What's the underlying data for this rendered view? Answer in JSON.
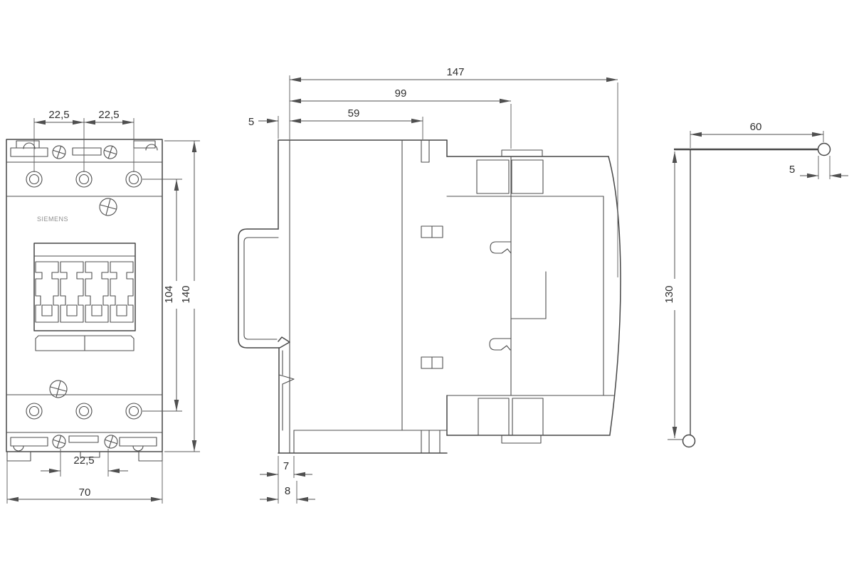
{
  "drawing": {
    "brand": "SIEMENS",
    "front": {
      "pitch_top_left": "22,5",
      "pitch_top_right": "22,5",
      "pitch_bottom": "22,5",
      "width": "70",
      "mount_span": "104",
      "height": "140"
    },
    "side": {
      "total_depth": "147",
      "coil_depth": "99",
      "front_depth": "59",
      "clip_offset": "5",
      "rail_lip_inner": "7",
      "rail_lip_outer": "8"
    },
    "lever": {
      "arm_length": "60",
      "pin_diameter": "5",
      "arm_height": "130"
    }
  }
}
